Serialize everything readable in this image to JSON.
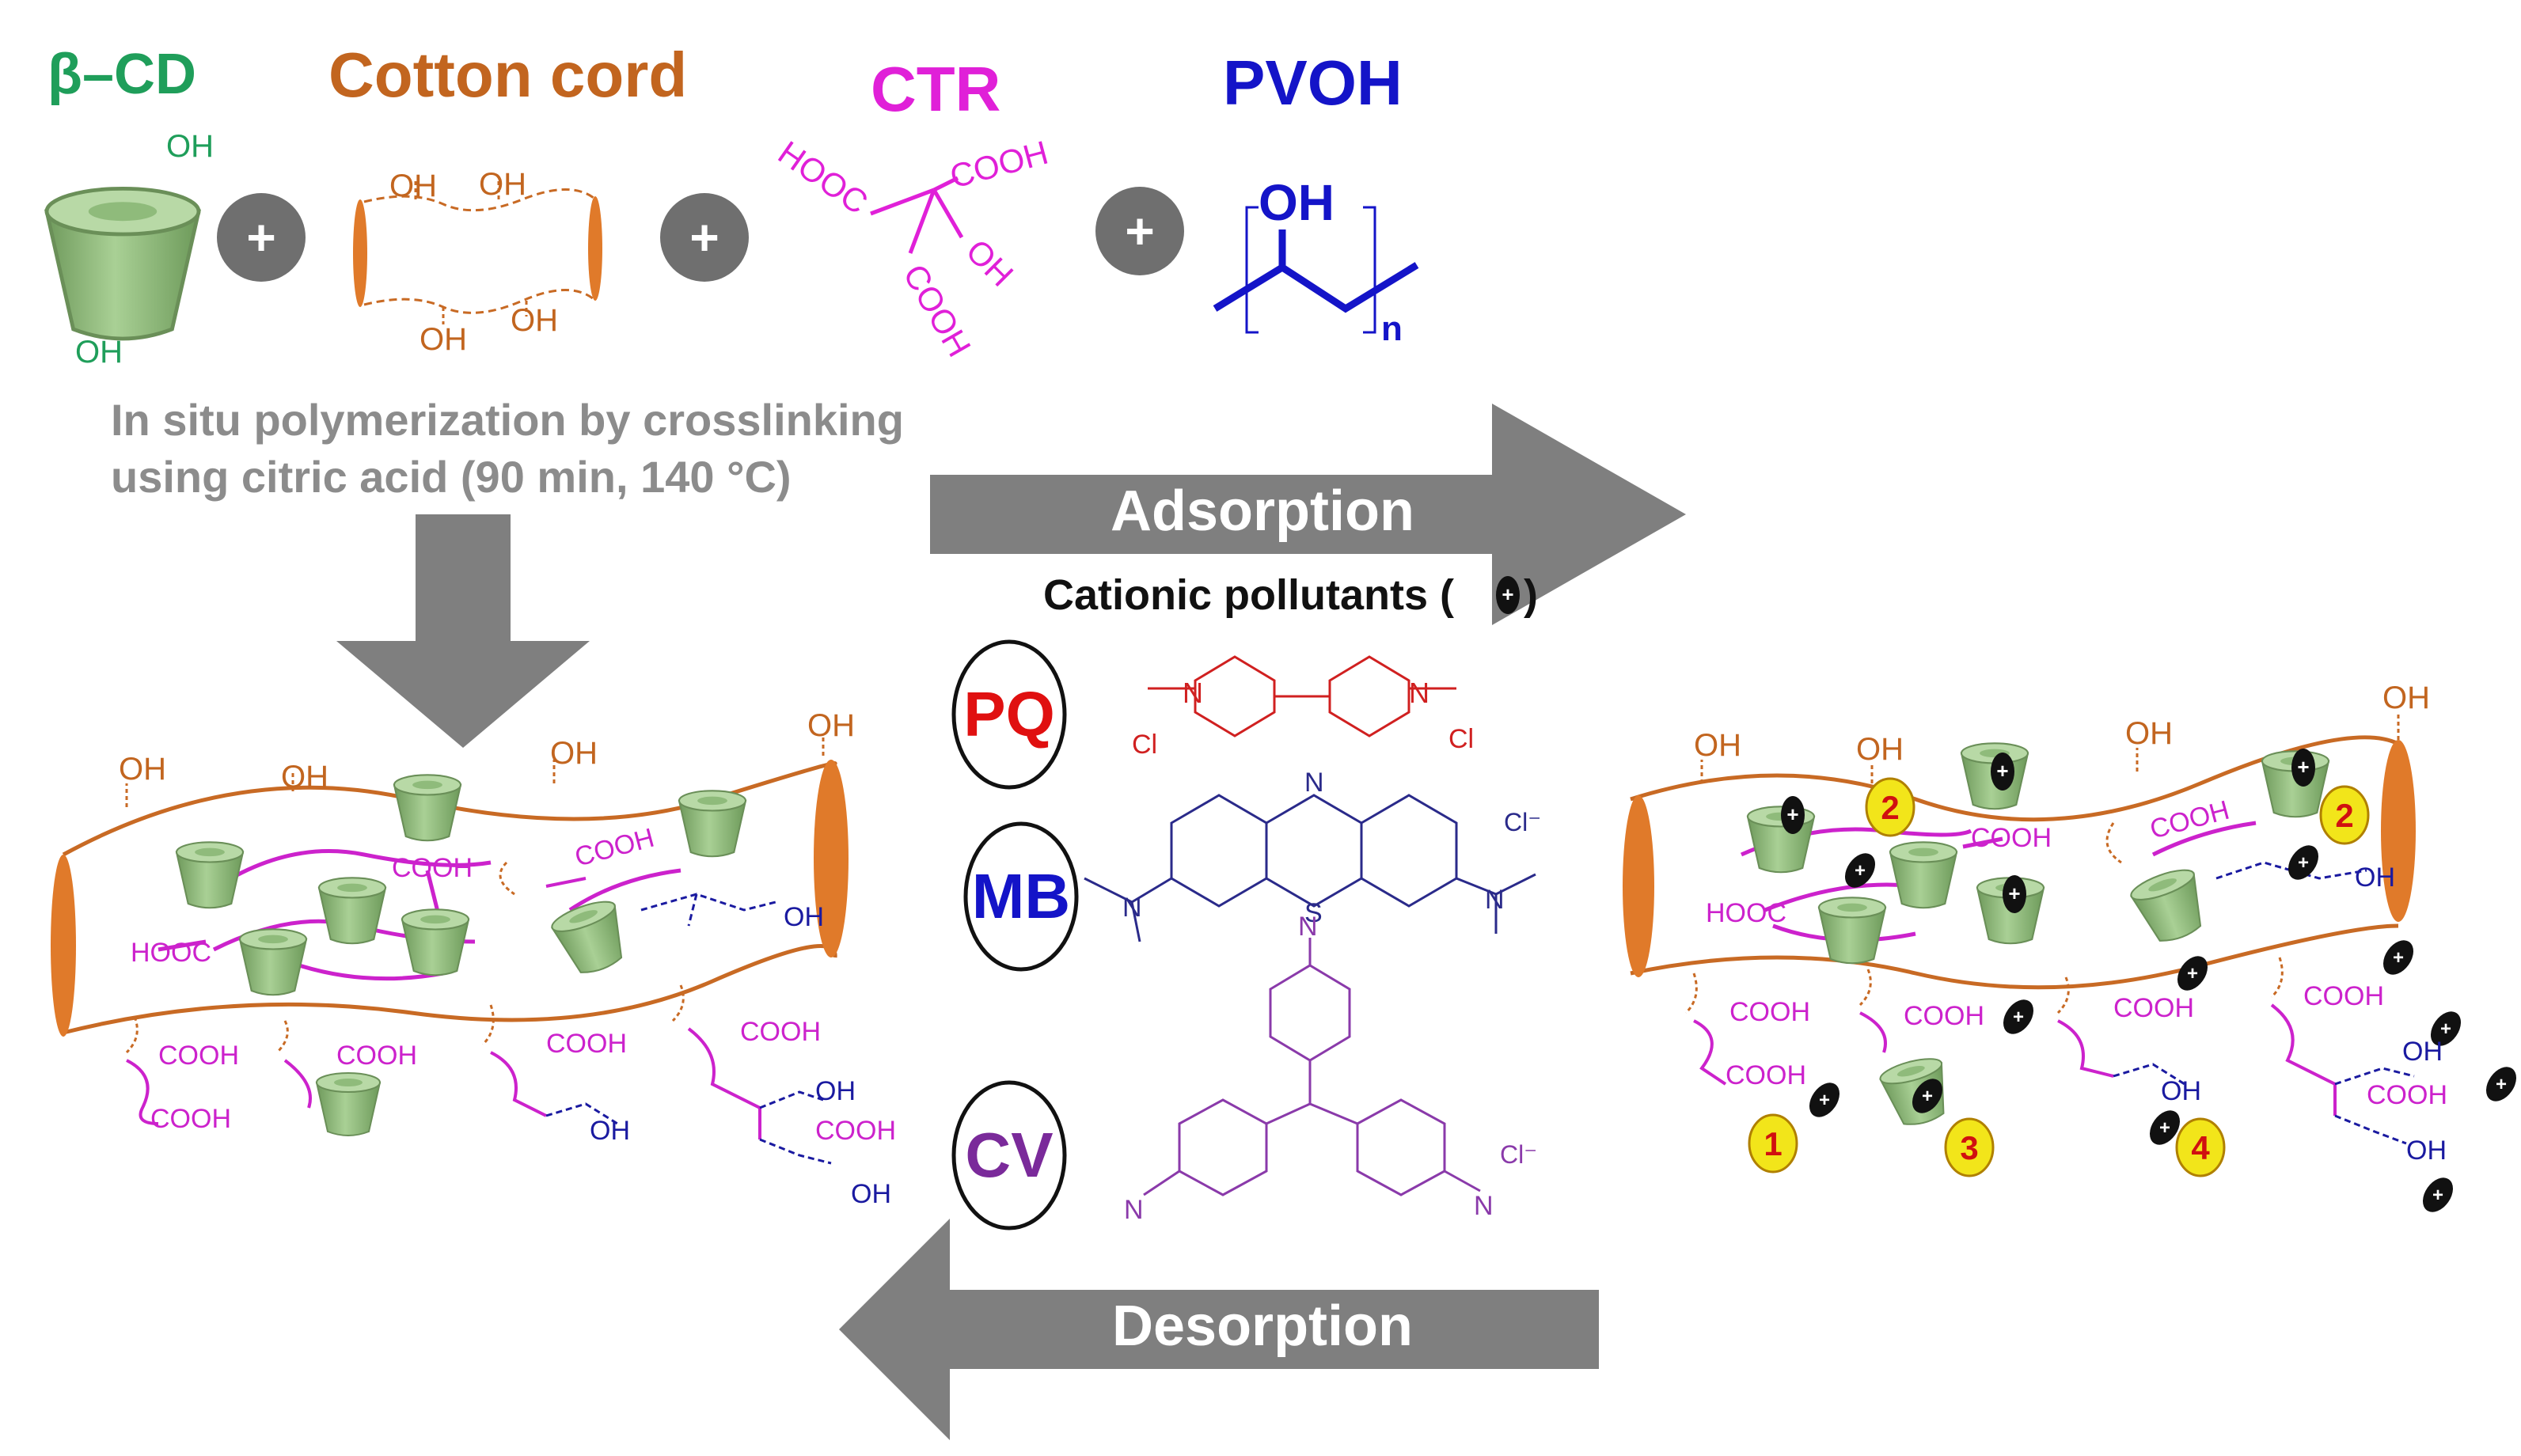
{
  "reactants": {
    "bcd": {
      "label": "β–CD",
      "oh_top": "OH",
      "oh_bottom": "OH",
      "color": "#1f9e5a"
    },
    "cotton": {
      "label": "Cotton cord",
      "oh": "OH",
      "color": "#c2651f"
    },
    "ctr": {
      "label": "CTR",
      "group_hooc": "HOOC",
      "group_cooh": "COOH",
      "group_oh": "OH",
      "color": "#e020d8"
    },
    "pvoh": {
      "label": "PVOH",
      "oh": "OH",
      "subscript": "n",
      "color": "#1414c8"
    },
    "plus": "+"
  },
  "process_note": {
    "line1": "In situ polymerization by crosslinking",
    "line2": "using citric acid (90 min, 140 °C)"
  },
  "arrows": {
    "adsorption": "Adsorption",
    "desorption": "Desorption"
  },
  "pollutants": {
    "title": "Cationic pollutants (",
    "title_end": ")",
    "items": [
      {
        "abbr": "PQ",
        "color": "#e01010"
      },
      {
        "abbr": "MB",
        "color": "#1414c8"
      },
      {
        "abbr": "CV",
        "color": "#7a2a9a"
      }
    ],
    "atoms": {
      "n": "N",
      "s": "S",
      "cl": "Cl",
      "cl_minus": "Cl⁻"
    }
  },
  "polymer_labels": {
    "oh": "OH",
    "cooh": "COOH",
    "hooc": "HOOC"
  },
  "binding_modes": [
    "1",
    "2",
    "3",
    "4"
  ],
  "colors": {
    "arrow": "#7f7f7f",
    "cyclodextrin": "#8fbf7a",
    "cotton": "#c86a24",
    "cotton_end": "#e07a2a",
    "citric": "#cc22cc",
    "pvoh": "#1a1aa0",
    "badge_fill": "#f2e51a",
    "badge_text": "#d01010"
  }
}
